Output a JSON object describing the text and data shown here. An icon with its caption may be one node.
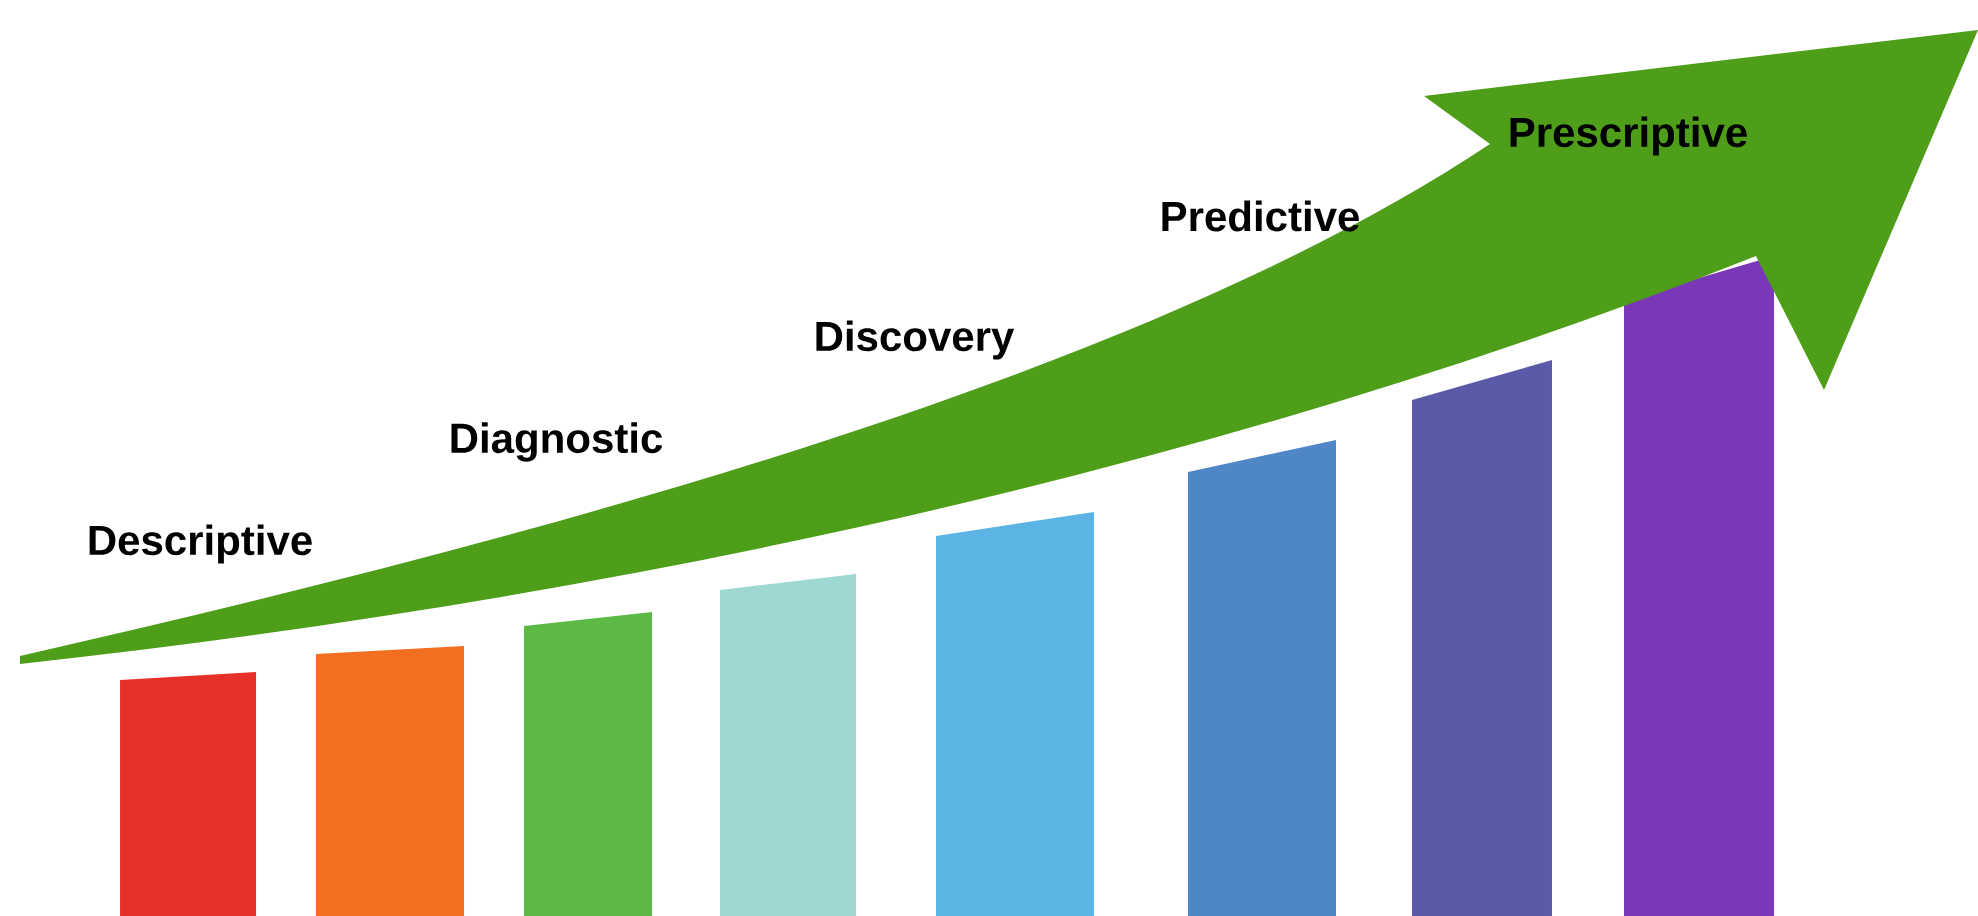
{
  "diagram": {
    "labels": [
      "Descriptive",
      "Diagnostic",
      "Discovery",
      "Predictive",
      "Prescriptive"
    ]
  }
}
